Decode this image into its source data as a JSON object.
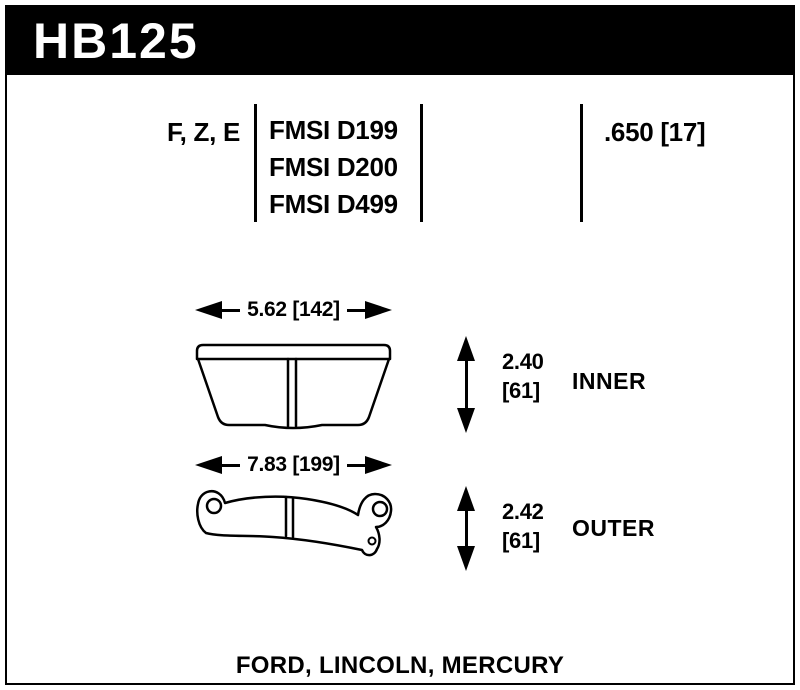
{
  "page": {
    "part_number": "HB125",
    "applications": "FORD, LINCOLN, MERCURY"
  },
  "spec": {
    "compound_codes": "F, Z, E",
    "fmsi_numbers": [
      "FMSI D199",
      "FMSI D200",
      "FMSI D499"
    ],
    "pad_thickness": ".650 [17]"
  },
  "inner_pad": {
    "width_dim": "5.62 [142]",
    "height_in": "2.40",
    "height_mm": "[61]",
    "label": "INNER"
  },
  "outer_pad": {
    "width_dim": "7.83 [199]",
    "height_in": "2.42",
    "height_mm": "[61]",
    "label": "OUTER"
  },
  "colors": {
    "header_bg": "#000000",
    "text": "#000000",
    "background": "#ffffff",
    "line": "#000000"
  }
}
